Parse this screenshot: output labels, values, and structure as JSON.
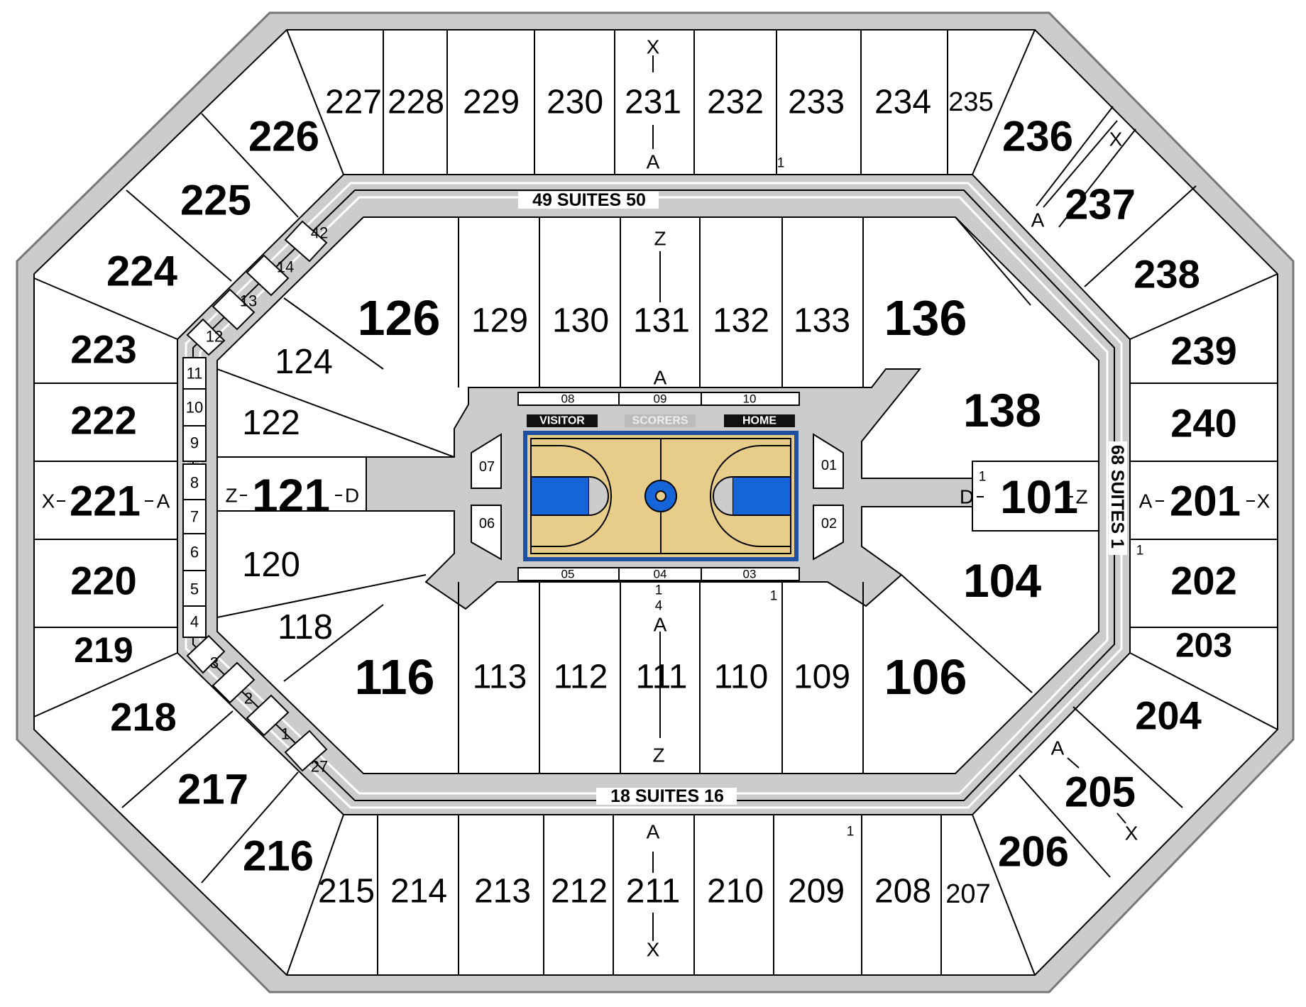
{
  "upper_sections": {
    "s227": "227",
    "s228": "228",
    "s229": "229",
    "s230": "230",
    "s231": "231",
    "s232": "232",
    "s233": "233",
    "s234": "234",
    "s235": "235",
    "s236": "236",
    "s237": "237",
    "s238": "238",
    "s239": "239",
    "s240": "240",
    "s201": "201",
    "s202": "202",
    "s203": "203",
    "s204": "204",
    "s205": "205",
    "s206": "206",
    "s207": "207",
    "s208": "208",
    "s209": "209",
    "s210": "210",
    "s211": "211",
    "s212": "212",
    "s213": "213",
    "s214": "214",
    "s215": "215",
    "s216": "216",
    "s217": "217",
    "s218": "218",
    "s219": "219",
    "s220": "220",
    "s221": "221",
    "s222": "222",
    "s223": "223",
    "s224": "224",
    "s225": "225",
    "s226": "226"
  },
  "lower_sections": {
    "s126": "126",
    "s129": "129",
    "s130": "130",
    "s131": "131",
    "s132": "132",
    "s133": "133",
    "s136": "136",
    "s138": "138",
    "s101": "101",
    "s104": "104",
    "s106": "106",
    "s109": "109",
    "s110": "110",
    "s111": "111",
    "s112": "112",
    "s113": "113",
    "s116": "116",
    "s118": "118",
    "s120": "120",
    "s121": "121",
    "s122": "122",
    "s124": "124"
  },
  "suites_labels": {
    "top": "49 SUITES 50",
    "bottom": "18 SUITES 16",
    "right": "68 SUITES 1"
  },
  "suite_numbers_left": [
    "11",
    "10",
    "9",
    "8",
    "7",
    "6",
    "5",
    "4"
  ],
  "suite_numbers_upper_left": [
    "12",
    "13",
    "14",
    "42"
  ],
  "suite_numbers_lower_left": [
    "3",
    "2",
    "1",
    "27"
  ],
  "court_sections": {
    "top": [
      "08",
      "09",
      "10"
    ],
    "bottom": [
      "05",
      "04",
      "03"
    ],
    "left": [
      "07",
      "06"
    ],
    "right": [
      "01",
      "02"
    ]
  },
  "bench_labels": {
    "visitor": "VISITOR",
    "scorers": "SCORERS",
    "home": "HOME"
  },
  "row_markers": {
    "x": "X",
    "a": "A",
    "z": "Z",
    "d": "D",
    "one": "1",
    "four": "4"
  },
  "colors": {
    "concourse_gray": "#cccccc",
    "court_wood": "#e8cc8a",
    "court_blue": "#1565d8",
    "court_border": "#1f4fa0",
    "bench_black": "#111111",
    "scorers_gray": "#bbbbbb"
  }
}
